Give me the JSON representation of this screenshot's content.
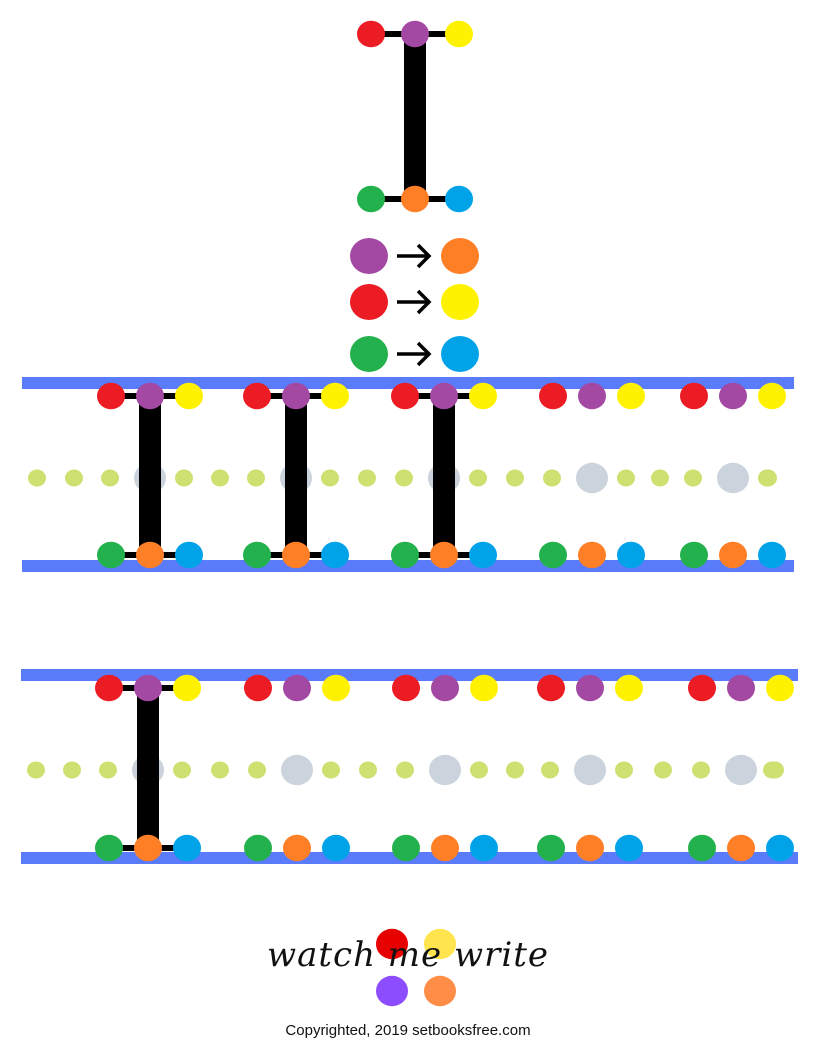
{
  "worksheet": {
    "letter": "I",
    "colors": {
      "red": "#ec1c24",
      "purple": "#a349a4",
      "yellow": "#fff200",
      "green": "#22b14c",
      "orange": "#ff7f27",
      "blue": "#00a2e8",
      "stroke": "#000000",
      "line": "#5b7cfa",
      "midline_dot": "#cde070",
      "trace_dot": "#cbd3dc"
    },
    "stroke_order": [
      {
        "from_color": "purple",
        "to_color": "orange",
        "arrow_icon": "right-arrow-icon"
      },
      {
        "from_color": "red",
        "to_color": "yellow",
        "arrow_icon": "right-arrow-icon"
      },
      {
        "from_color": "green",
        "to_color": "blue",
        "arrow_icon": "right-arrow-icon"
      }
    ],
    "practice_rows": [
      {
        "letters": 5,
        "traced": 3
      },
      {
        "letters": 5,
        "traced": 1
      }
    ]
  },
  "logo": {
    "text": "watch me write",
    "dot_colors": [
      "#e60000",
      "#ffe44d",
      "#8c4dff",
      "#ff8c47"
    ]
  },
  "footer": {
    "copyright": "Copyrighted, 2019 setbooksfree.com"
  }
}
